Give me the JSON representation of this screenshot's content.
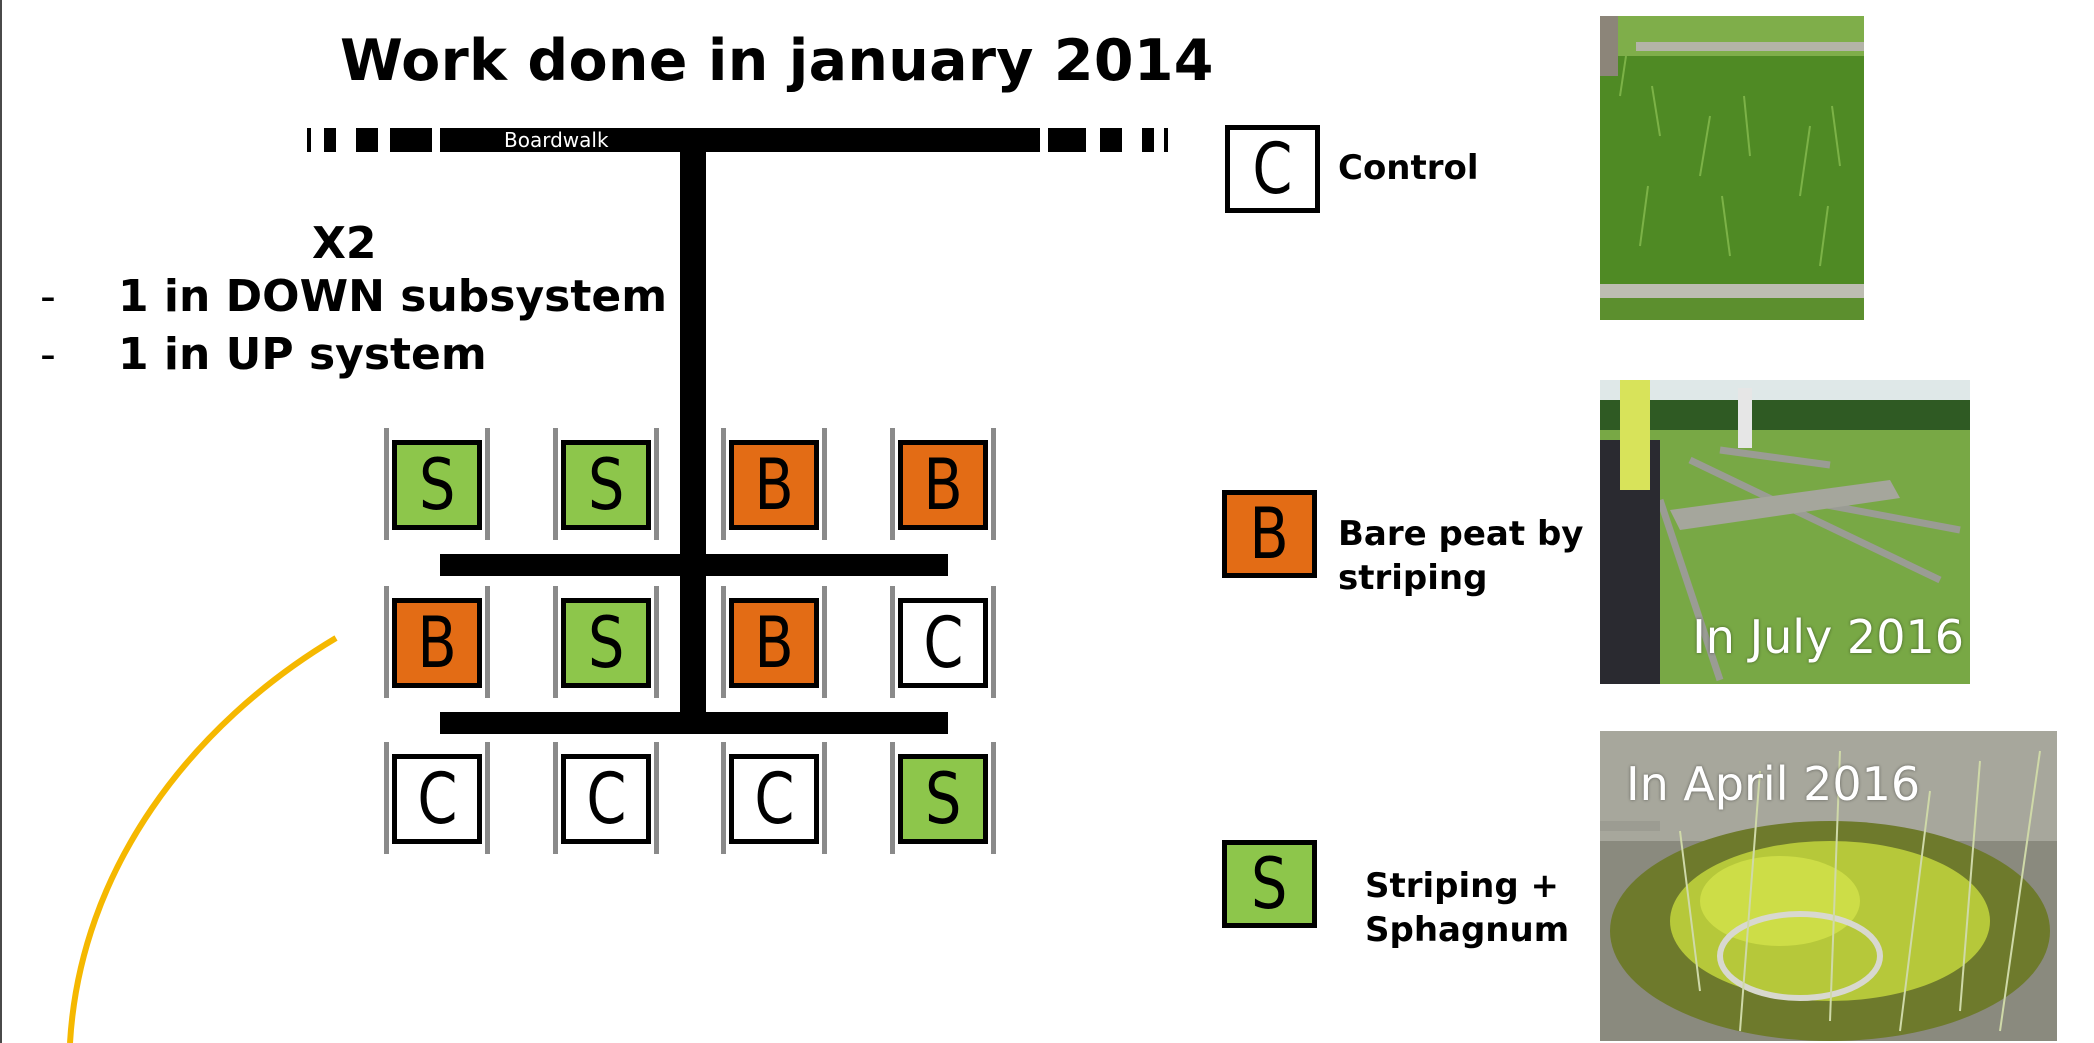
{
  "title": "Work done in january 2014",
  "boardwalk_label": "Boardwalk",
  "replicates": {
    "label": "X2",
    "items": [
      "1 in DOWN subsystem",
      "1 in UP system"
    ],
    "bullet": "-"
  },
  "grid": {
    "rows": [
      [
        "S",
        "S",
        "B",
        "B"
      ],
      [
        "B",
        "S",
        "B",
        "C"
      ],
      [
        "C",
        "C",
        "C",
        "S"
      ]
    ]
  },
  "legend": [
    {
      "code": "C",
      "label_lines": [
        "Control"
      ]
    },
    {
      "code": "B",
      "label_lines": [
        "Bare peat by",
        "striping"
      ]
    },
    {
      "code": "S",
      "label_lines": [
        "Striping +",
        "Sphagnum"
      ]
    }
  ],
  "photos": [
    {
      "id": "control-photo",
      "caption": ""
    },
    {
      "id": "bare-peat-photo",
      "caption": "In July 2016"
    },
    {
      "id": "sphagnum-photo",
      "caption": "In April 2016"
    }
  ],
  "colors": {
    "S": "#8dc64b",
    "B": "#e36c15",
    "C": "#ffffff",
    "arrow": "#f5b800"
  }
}
